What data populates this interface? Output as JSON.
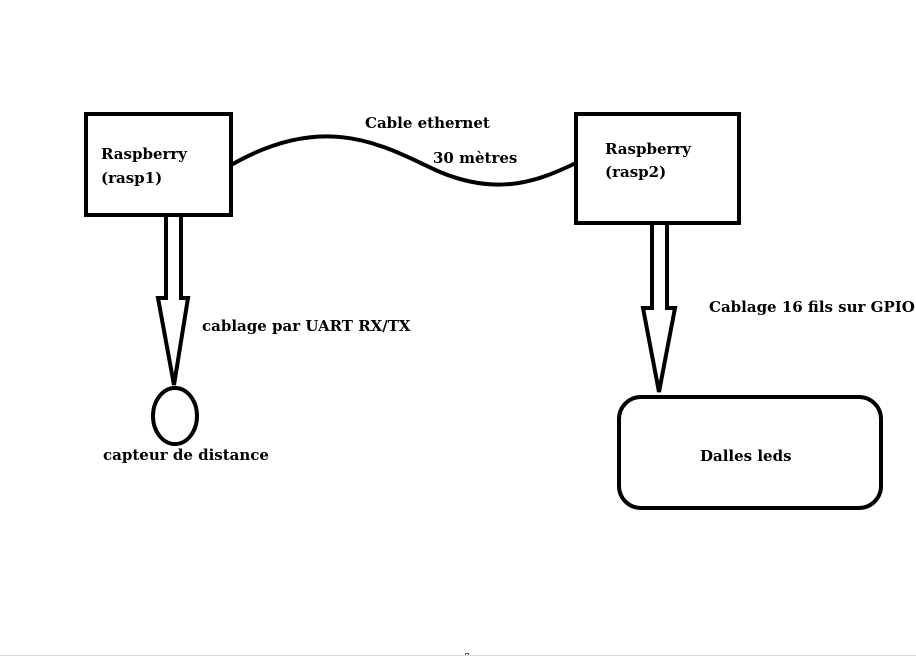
{
  "nodes": {
    "rasp1": {
      "name": "Raspberry",
      "id": "(rasp1)"
    },
    "rasp2": {
      "name": "Raspberry",
      "id": "(rasp2)"
    },
    "sensor": {
      "label": "capteur de distance"
    },
    "leds": {
      "label": "Dalles leds"
    }
  },
  "edges": {
    "ethernet": {
      "label": "Cable ethernet",
      "length": "30 mètres"
    },
    "uart": {
      "label": "cablage par UART RX/TX"
    },
    "gpio": {
      "label": "Cablage 16 fils sur GPIO"
    }
  },
  "colors": {
    "stroke": "#000000",
    "background": "#ffffff"
  }
}
